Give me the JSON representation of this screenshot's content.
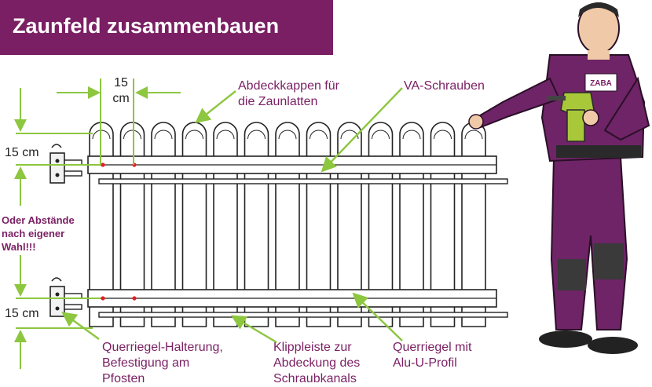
{
  "title": "Zaunfeld zusammenbauen",
  "labels": {
    "dim_top": "15\ncm",
    "dim_left_upper": "15 cm",
    "dim_left_lower": "15 cm",
    "side_note": "Oder Abstände\nnach eigener\nWahl!!!",
    "caps": "Abdeckkappen für\ndie Zaunlatten",
    "screws": "VA-Schrauben",
    "holder": "Querriegel-Halterung,\nBefestigung am\nPfosten",
    "clip_strip": "Klippleiste zur\nAbdeckung des\nSchraubkanals",
    "crossbar": "Querriegel  mit\nAlu-U-Profil"
  },
  "worker_badge": "ZABA",
  "colors": {
    "accent": "#7a1f63",
    "arrow": "#8dc63f",
    "suit": "#6e2466",
    "screw_marker": "#e31e24"
  }
}
